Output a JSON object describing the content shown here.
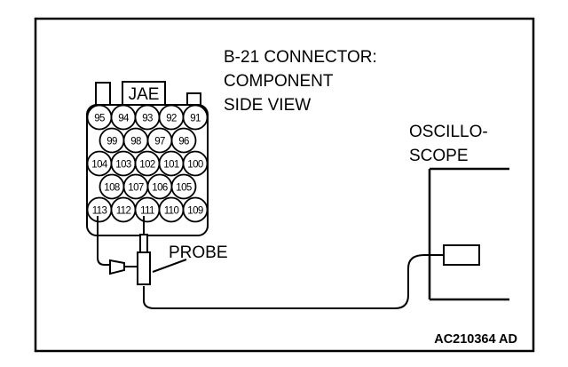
{
  "title_lines": [
    "B-21 CONNECTOR:",
    "COMPONENT",
    "SIDE VIEW"
  ],
  "connector_brand": "JAE",
  "pin_rows": [
    [
      "95",
      "94",
      "93",
      "92",
      "91"
    ],
    [
      "99",
      "98",
      "97",
      "96"
    ],
    [
      "104",
      "103",
      "102",
      "101",
      "100"
    ],
    [
      "108",
      "107",
      "106",
      "105"
    ],
    [
      "113",
      "112",
      "111",
      "110",
      "109"
    ]
  ],
  "probe_label": "PROBE",
  "oscilloscope_lines": [
    "OSCILLO-",
    "SCOPE"
  ],
  "figure_code": "AC210364 AD"
}
